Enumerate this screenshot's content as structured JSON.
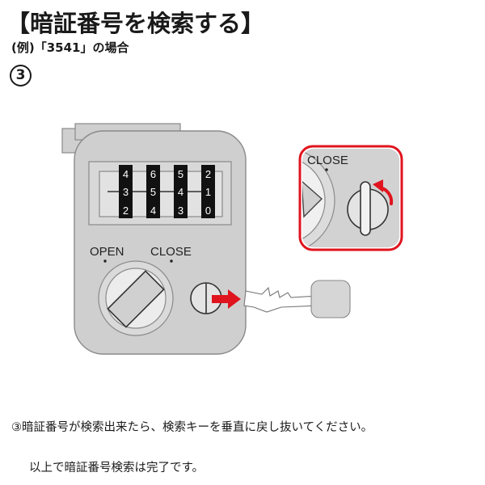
{
  "header": {
    "title": "【暗証番号を検索する】",
    "subtitle": "(例)「3541」の場合",
    "step": "3"
  },
  "lock": {
    "dials": [
      {
        "top": "4",
        "middle": "3",
        "bottom": "2"
      },
      {
        "top": "6",
        "middle": "5",
        "bottom": "4"
      },
      {
        "top": "5",
        "middle": "4",
        "bottom": "3"
      },
      {
        "top": "2",
        "middle": "1",
        "bottom": "0"
      }
    ],
    "open_label": "OPEN",
    "close_label": "CLOSE"
  },
  "zoom": {
    "close_label": "CLOSE"
  },
  "colors": {
    "body": "#cfcfcf",
    "body_stroke": "#8a8a8a",
    "accent_red": "#e0141e",
    "key_fill": "#eeeeee"
  },
  "instructions": {
    "step_marker": "③",
    "text": "暗証番号が検索出来たら、検索キーを垂直に戻し抜いてください。",
    "done": "以上で暗証番号検索は完了です。"
  }
}
